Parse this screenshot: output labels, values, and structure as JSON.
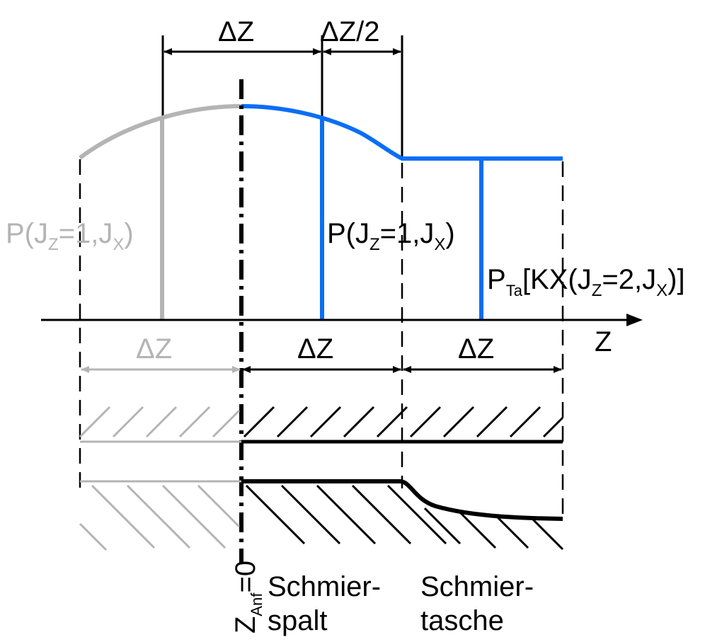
{
  "colors": {
    "blue": "#0a6ef5",
    "gray": "#b4b4b4",
    "black": "#000000"
  },
  "labels": {
    "dz_top": "ΔZ",
    "dz_half_top": "ΔZ/2",
    "p_gray": {
      "main": "P(J",
      "sub1": "Z",
      "mid": "=1,J",
      "sub2": "X",
      "end": ")"
    },
    "p_blue": {
      "main": "P(J",
      "sub1": "Z",
      "mid": "=1,J",
      "sub2": "X",
      "end": ")"
    },
    "p_ta": {
      "main": "P",
      "sub0": "Ta",
      "mid1": "[KX(J",
      "sub1": "Z",
      "mid2": "=2,J",
      "sub2": "X",
      "end": ")]"
    },
    "axis_z": "Z",
    "dz_bottom_gray": "ΔZ",
    "dz_bottom_1": "ΔZ",
    "dz_bottom_2": "ΔZ",
    "z_anf": {
      "main": "Z",
      "sub": "Anf",
      "end": "=0"
    },
    "schmierspalt": {
      "line1": "Schmier-",
      "line2": "spalt"
    },
    "schmiertasche": {
      "line1": "Schmier-",
      "line2": "tasche"
    }
  }
}
